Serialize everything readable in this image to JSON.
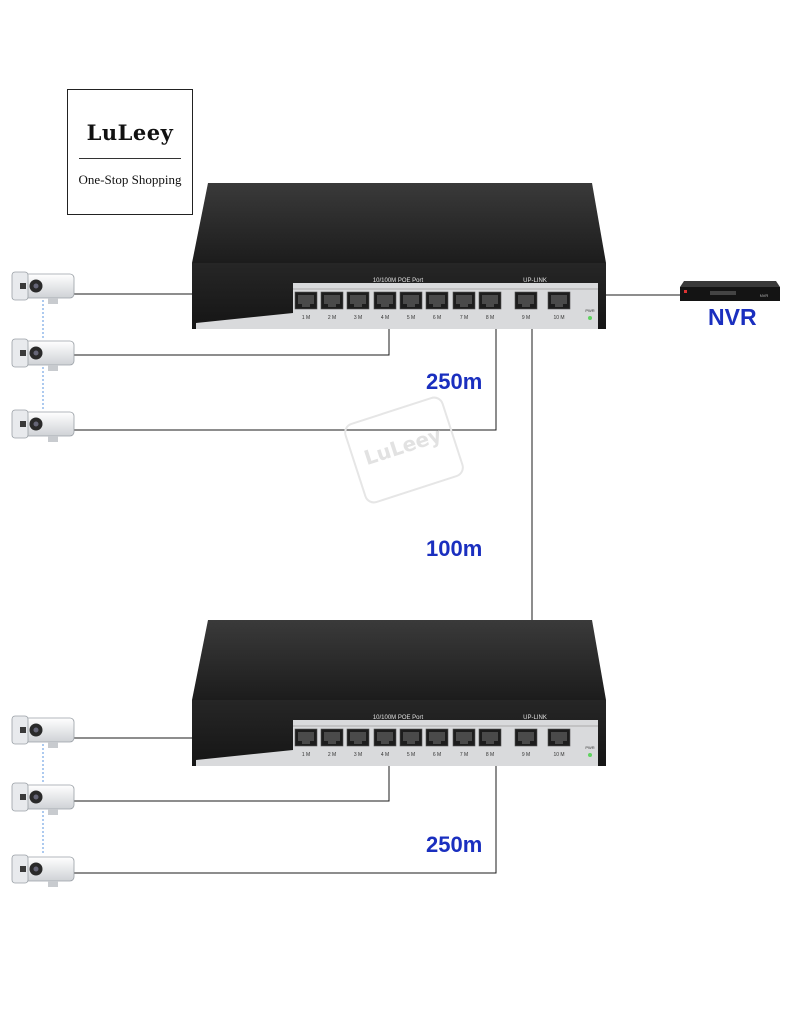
{
  "logo": {
    "brand": "LuLeey",
    "tagline": "One-Stop Shopping"
  },
  "watermark": {
    "text": "LuLeey"
  },
  "switch": {
    "poe_label": "10/100M POE Port",
    "uplink_label": "UP-LINK",
    "pwr_label": "PWR",
    "port_numbers": [
      "1",
      "2",
      "3",
      "4",
      "5",
      "6",
      "7",
      "8",
      "9",
      "10"
    ],
    "port_suffix": "M"
  },
  "distances": {
    "top_cameras": "250m",
    "inter_switch": "100m",
    "bottom_cameras": "250m"
  },
  "nvr": {
    "label": "NVR",
    "front_text": "NVR"
  },
  "colors": {
    "accent_text": "#1a2fbf",
    "switch_body": "#2b2b2b",
    "panel": "#d9dadc",
    "camera_link": "#8ab4e8"
  }
}
